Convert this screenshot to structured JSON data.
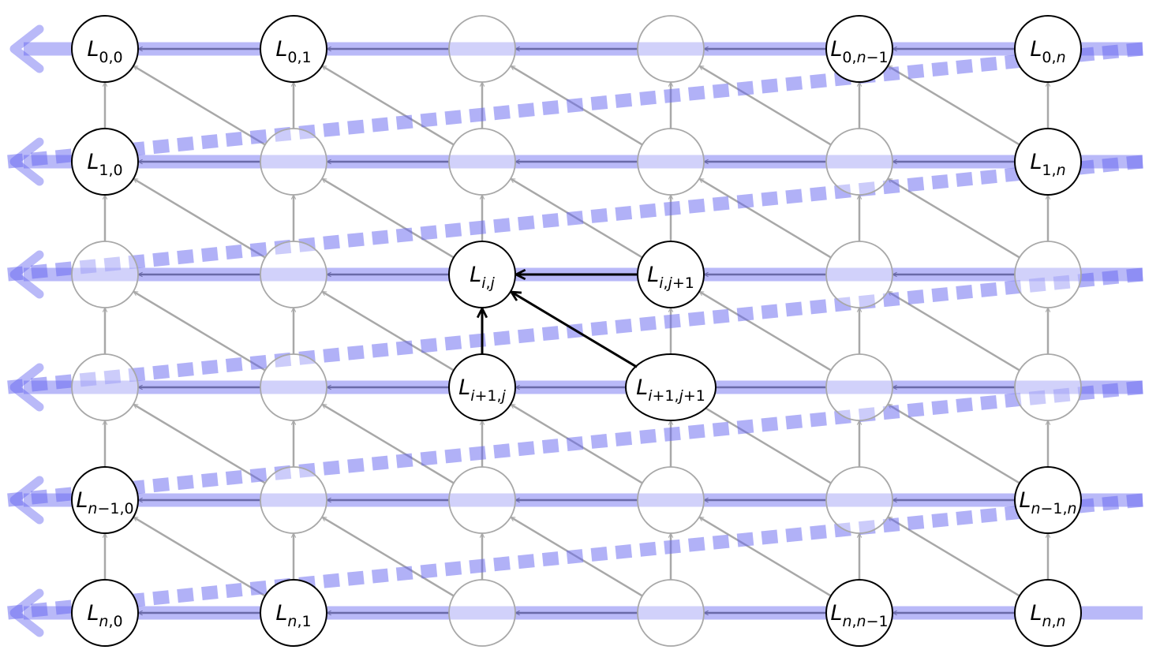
{
  "diagram": {
    "columns": 6,
    "rows": 6,
    "colors": {
      "band": "#6464f0",
      "band_light": "#c8c8ff",
      "faded": "#a8a8a8",
      "highlight": "#000000",
      "node_fill": "#ffffff"
    },
    "labeled_nodes": [
      {
        "row": 0,
        "col": 0,
        "main": "L",
        "sub": "0,0"
      },
      {
        "row": 0,
        "col": 1,
        "main": "L",
        "sub": "0,1"
      },
      {
        "row": 0,
        "col": 4,
        "main": "L",
        "sub": "0,n−1"
      },
      {
        "row": 0,
        "col": 5,
        "main": "L",
        "sub": "0,n"
      },
      {
        "row": 1,
        "col": 0,
        "main": "L",
        "sub": "1,0"
      },
      {
        "row": 1,
        "col": 5,
        "main": "L",
        "sub": "1,n"
      },
      {
        "row": 2,
        "col": 2,
        "main": "L",
        "sub": "i,j"
      },
      {
        "row": 2,
        "col": 3,
        "main": "L",
        "sub": "i,j+1"
      },
      {
        "row": 3,
        "col": 2,
        "main": "L",
        "sub": "i+1,j"
      },
      {
        "row": 3,
        "col": 3,
        "main": "L",
        "sub": "i+1,j+1",
        "shape": "ellipse"
      },
      {
        "row": 4,
        "col": 0,
        "main": "L",
        "sub": "n−1,0"
      },
      {
        "row": 4,
        "col": 5,
        "main": "L",
        "sub": "n−1,n"
      },
      {
        "row": 5,
        "col": 0,
        "main": "L",
        "sub": "n,0"
      },
      {
        "row": 5,
        "col": 1,
        "main": "L",
        "sub": "n,1"
      },
      {
        "row": 5,
        "col": 4,
        "main": "L",
        "sub": "n,n−1"
      },
      {
        "row": 5,
        "col": 5,
        "main": "L",
        "sub": "n,n"
      }
    ],
    "highlight_edges": [
      {
        "from": [
          2,
          3
        ],
        "to": [
          2,
          2
        ]
      },
      {
        "from": [
          3,
          2
        ],
        "to": [
          2,
          2
        ]
      },
      {
        "from": [
          3,
          3
        ],
        "to": [
          2,
          2
        ]
      }
    ]
  }
}
